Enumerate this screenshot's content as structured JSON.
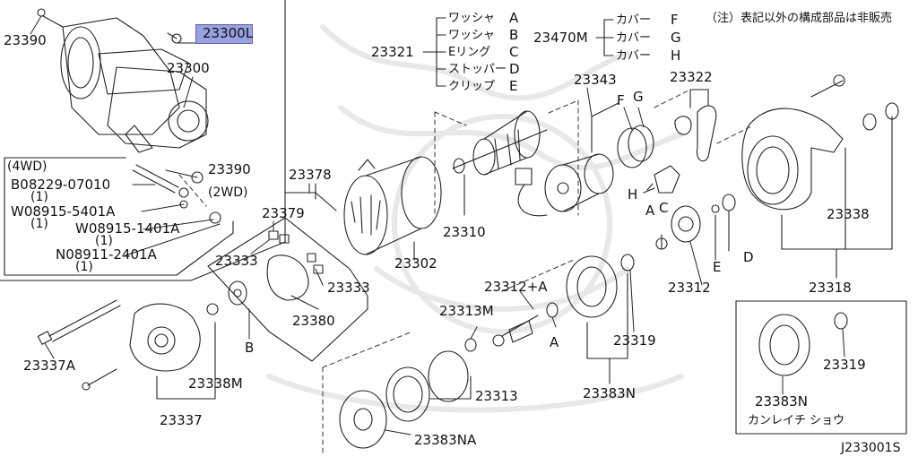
{
  "note": "（注）表記以外の構成部品は非販売",
  "figure_code": "J233001S",
  "highlight_part": "23300L",
  "parts": {
    "p23390_top": "23390",
    "p23300": "23300",
    "p23390_mid": "23390",
    "p2wd": "(2WD)",
    "p4wd": "(4WD)",
    "b08229": "B08229-07010",
    "b08229_qty": "(1)",
    "w08915_5401": "W08915-5401A",
    "w08915_5401_qty": "(1)",
    "w08915_1401": "W08915-1401A",
    "w08915_1401_qty": "(1)",
    "n08911": "N08911-2401A",
    "n08911_qty": "(1)",
    "p23337A": "23337A",
    "p23337": "23337",
    "p23338M": "23338M",
    "b_lbl": "B",
    "p23378": "23378",
    "p23379": "23379",
    "p23333a": "23333",
    "p23333b": "23333",
    "p23380": "23380",
    "p23302": "23302",
    "p23310": "23310",
    "p23343": "23343",
    "p23312A": "23312+A",
    "p23313M": "23313M",
    "a_lbl": "A",
    "p23313": "23313",
    "p23383NA": "23383NA",
    "p23319": "23319",
    "p23383N": "23383N",
    "p23322": "23322",
    "f_lbl": "F",
    "g_lbl": "G",
    "h_lbl": "H",
    "a_lbl2": "A",
    "c_lbl": "C",
    "e_lbl": "E",
    "d_lbl": "D",
    "p23312": "23312",
    "p23338": "23338",
    "p23318": "23318",
    "p23319b": "23319",
    "p23383Nb": "23383N",
    "kanrei": "カンレイチ ショウ"
  },
  "legend_23321": {
    "number": "23321",
    "items": [
      {
        "name": "ワッシャ",
        "letter": "A"
      },
      {
        "name": "ワッシャ",
        "letter": "B"
      },
      {
        "name": "Eリング",
        "letter": "C"
      },
      {
        "name": "ストッパー",
        "letter": "D"
      },
      {
        "name": "クリップ",
        "letter": "E"
      }
    ]
  },
  "legend_23470M": {
    "number": "23470M",
    "items": [
      {
        "name": "カバー",
        "letter": "F"
      },
      {
        "name": "カバー",
        "letter": "G"
      },
      {
        "name": "カバー",
        "letter": "H"
      }
    ]
  }
}
